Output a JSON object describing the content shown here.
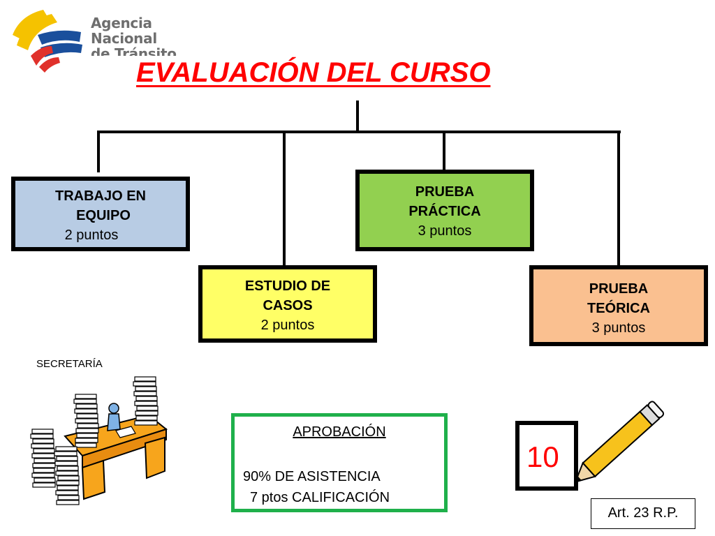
{
  "logo": {
    "lines": [
      "Agencia",
      "Nacional",
      "de Tránsito"
    ],
    "colors": {
      "yellow": "#f5c200",
      "blue": "#1a4f9c",
      "red": "#e0312b",
      "text": "#6e6e6e"
    }
  },
  "title": "EVALUACIÓN DEL CURSO",
  "boxes": {
    "trabajo": {
      "title_line1": "TRABAJO EN",
      "title_line2": "EQUIPO",
      "points": "2  puntos",
      "color": "#b8cce4"
    },
    "practica": {
      "title_line1": "PRUEBA",
      "title_line2": "PRÁCTICA",
      "points": "3 puntos",
      "color": "#92d050"
    },
    "casos": {
      "title_line1": "ESTUDIO DE",
      "title_line2": "CASOS",
      "points": "2 puntos",
      "color": "#ffff66"
    },
    "teorica": {
      "title_line1": "PRUEBA",
      "title_line2": "TEÓRICA",
      "points": "3 puntos",
      "color": "#fac090"
    }
  },
  "secretaria_label": "SECRETARÍA",
  "approval": {
    "heading": "APROBACIÓN",
    "line1": "90% DE ASISTENCIA",
    "line2": "7 ptos CALIFICACIÓN",
    "border_color": "#1fb04b"
  },
  "score": {
    "value": "10",
    "color": "#ff0000"
  },
  "reference": "Art. 23 R.P.",
  "icons": [
    "agency-logo-icon",
    "secretary-desk-icon",
    "pencil-icon"
  ]
}
